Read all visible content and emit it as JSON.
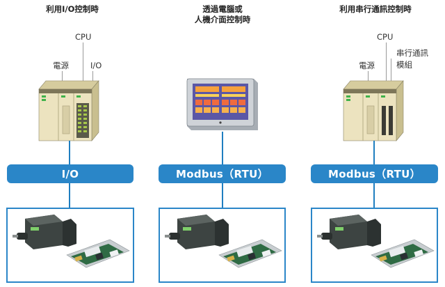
{
  "columns": [
    {
      "title_lines": [
        "利用I/O控制時"
      ],
      "labels": {
        "cpu": "CPU",
        "power": "電源",
        "io": "I/O"
      },
      "bus_label": "I/O"
    },
    {
      "title_lines": [
        "透過電腦或",
        "人機介面控制時"
      ],
      "bus_label": "Modbus（RTU）"
    },
    {
      "title_lines": [
        "利用串行通訊控制時"
      ],
      "labels": {
        "cpu": "CPU",
        "power": "電源",
        "serial_line1": "串行通訊",
        "serial_line2": "模組"
      },
      "bus_label": "Modbus（RTU）"
    }
  ],
  "colors": {
    "accent": "#2a86c8",
    "plc_body": "#ece3bf",
    "hmi_frame": "#cfd3d8",
    "hmi_screen": "#5b57a6"
  }
}
